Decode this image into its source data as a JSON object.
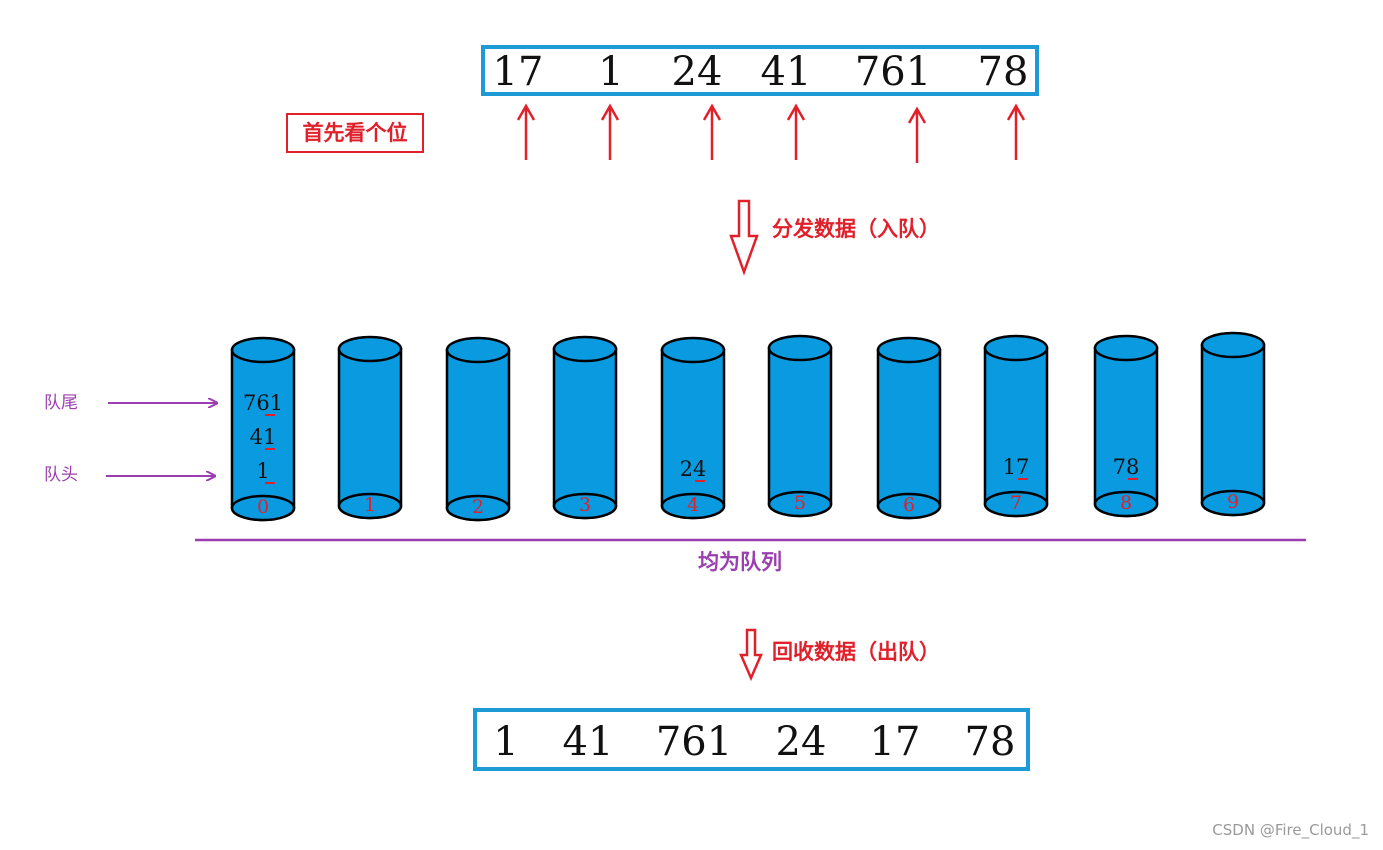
{
  "input_sequence": [
    "17",
    "1",
    "24",
    "41",
    "761",
    "78"
  ],
  "step1_label": "首先看个位",
  "distribute_label": "分发数据（入队）",
  "bucket_labels": [
    "0",
    "1",
    "2",
    "3",
    "4",
    "5",
    "6",
    "7",
    "8",
    "9"
  ],
  "bucket_contents": [
    [
      "761",
      "41",
      "1"
    ],
    [],
    [],
    [],
    [
      "24"
    ],
    [],
    [],
    [
      "17"
    ],
    [
      "78"
    ],
    []
  ],
  "queue_tail_label": "队尾",
  "queue_head_label": "队头",
  "queue_caption": "均为队列",
  "collect_label": "回收数据（出队）",
  "output_sequence": [
    "1",
    "41",
    "761",
    "24",
    "17",
    "78"
  ],
  "watermark": "CSDN @Fire_Cloud_1",
  "colors": {
    "box_border": "#1e9ad6",
    "cylinder_fill": "#0a9ae0",
    "arrow_red": "#e0202a",
    "purple": "#9b3fb0"
  }
}
